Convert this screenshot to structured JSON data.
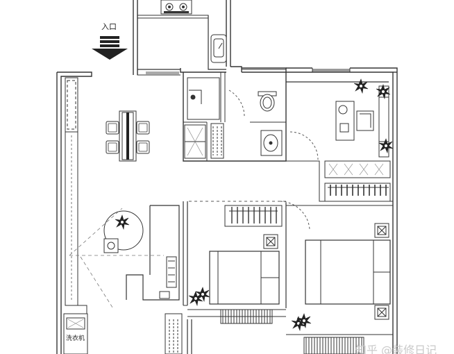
{
  "labels": {
    "entrance": "入口",
    "laundry": "洗衣机",
    "watermark": "知乎 @装修日记"
  },
  "colors": {
    "line": "#333333",
    "light_line": "#888888",
    "plant": "#333333",
    "accent_gray": "#bbbbbb"
  },
  "icons": {
    "entrance_arrow": "down-arrow-icon",
    "stove": "stove-icon",
    "plant": "plant-icon"
  }
}
